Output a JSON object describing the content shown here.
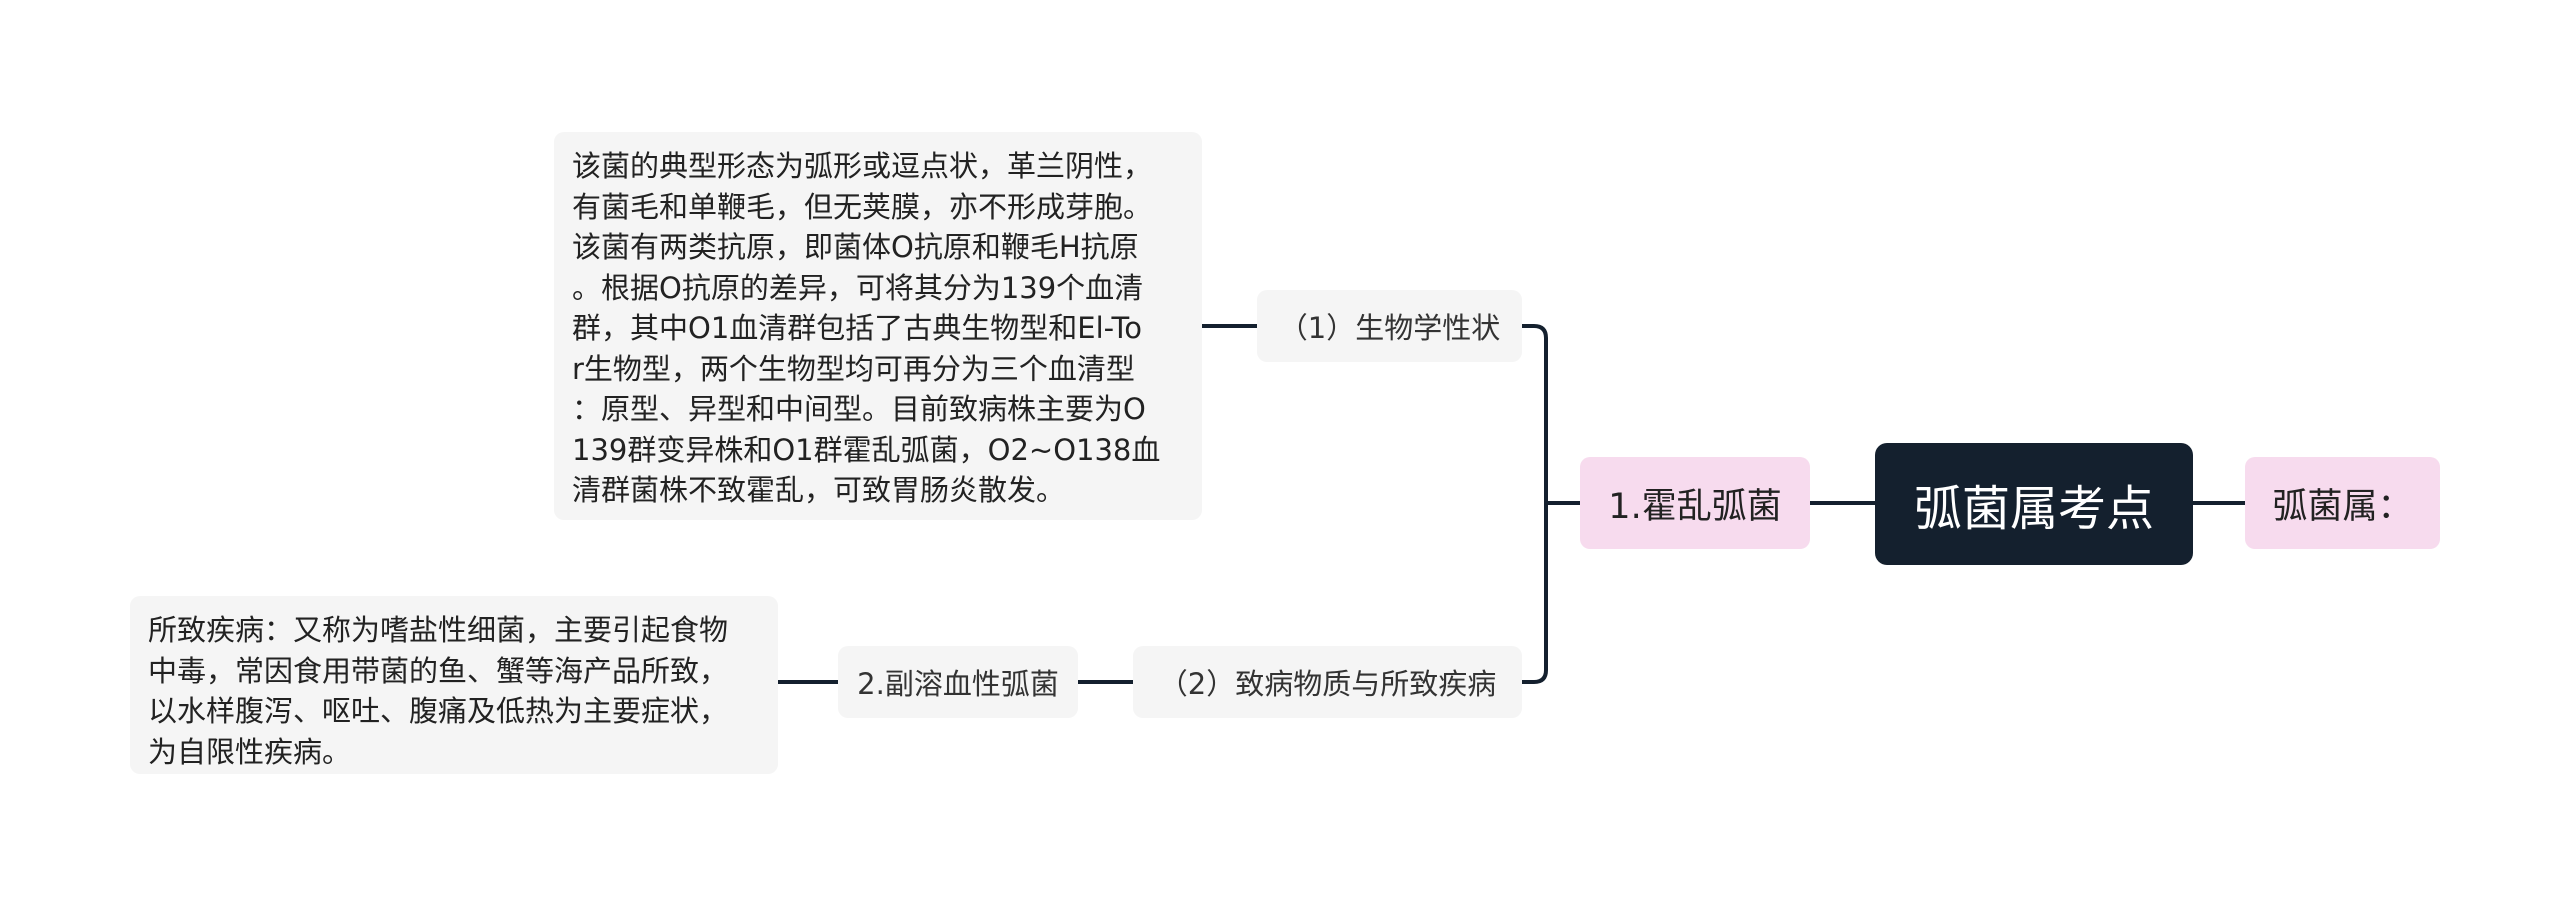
{
  "mindmap": {
    "root": {
      "label": "弧菌属考点"
    },
    "right_branch": {
      "label": "弧菌属："
    },
    "main_branch": {
      "label": "1.霍乱弧菌"
    },
    "bio_branch": {
      "label": "（1）生物学性状"
    },
    "bio_detail": {
      "lines": [
        "该菌的典型形态为弧形或逗点状，革兰阴性，",
        "有菌毛和单鞭毛，但无荚膜，亦不形成芽胞。",
        "该菌有两类抗原，即菌体O抗原和鞭毛H抗原",
        "。根据O抗原的差异，可将其分为139个血清",
        "群，其中O1血清群包括了古典生物型和El-To",
        "r生物型，两个生物型均可再分为三个血清型",
        "：原型、异型和中间型。目前致病株主要为O",
        "139群变异株和O1群霍乱弧菌，O2~O138血",
        "清群菌株不致霍乱，可致胃肠炎散发。"
      ]
    },
    "path_branch": {
      "label": "（2）致病物质与所致疾病"
    },
    "vp_branch": {
      "label": "2.副溶血性弧菌"
    },
    "vp_detail": {
      "lines": [
        "所致疾病：又称为嗜盐性细菌，主要引起食物",
        "中毒，常因食用带菌的鱼、蟹等海产品所致，",
        "以水样腹泻、呕吐、腹痛及低热为主要症状，",
        "为自限性疾病。"
      ]
    }
  },
  "colors": {
    "root_bg": "#14202e",
    "level1_bg": "#f7dbee",
    "leaf_bg": "#f5f5f5",
    "connector": "#14202e"
  }
}
